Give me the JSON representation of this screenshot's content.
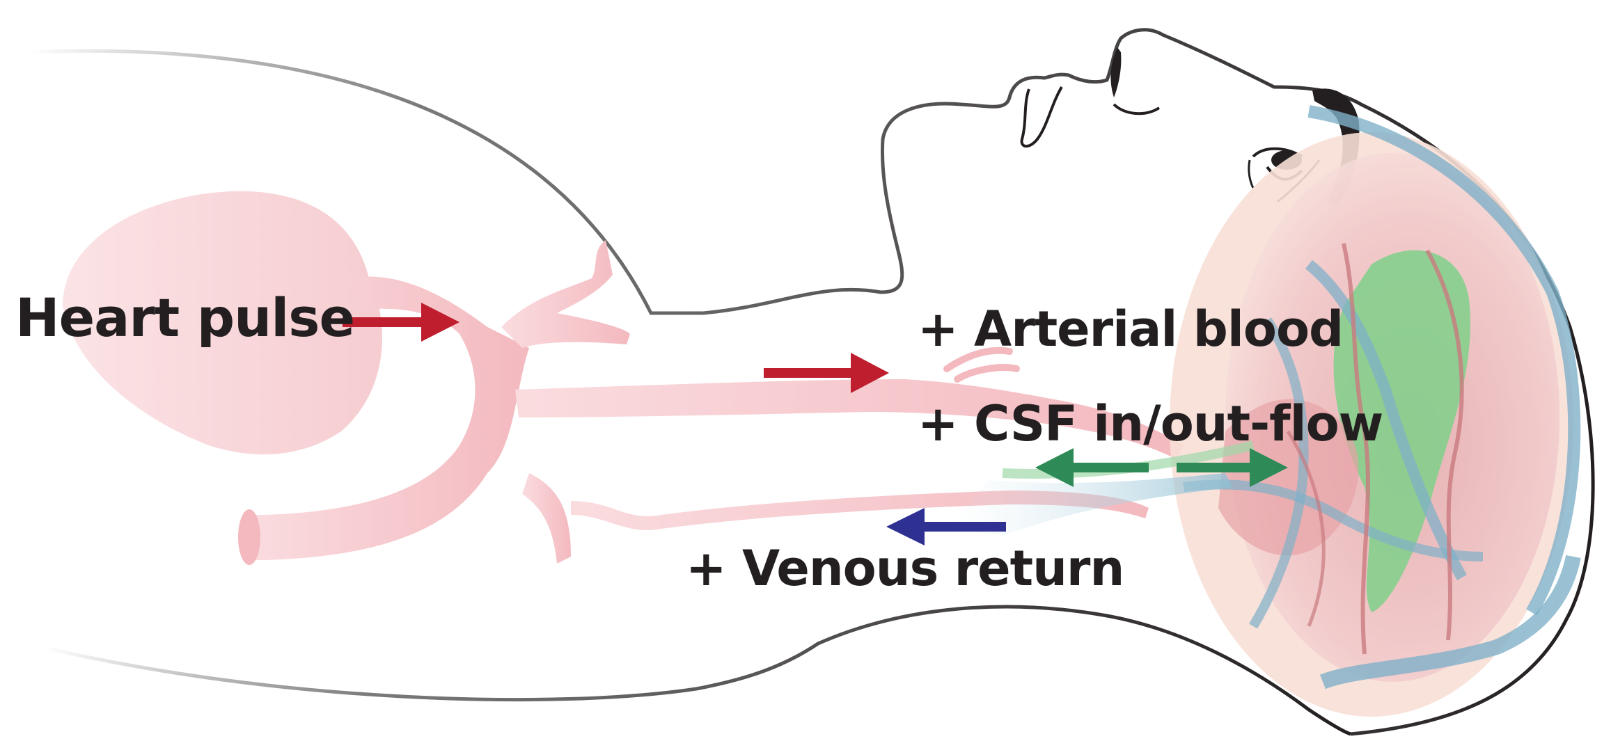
{
  "labels": {
    "heart_pulse": "Heart pulse",
    "arterial_blood": "+ Arterial blood",
    "csf_flow": "+ CSF in/out-flow",
    "venous_return": "+ Venous return"
  },
  "colors": {
    "arterial_arrow": "#be1e2d",
    "csf_arrow": "#2e8b57",
    "venous_arrow": "#2e3192",
    "vessel_pink": "#f4c2c6",
    "csf_green": "#7fd08a",
    "vein_blue": "#7fb0c8",
    "outline": "#231f20"
  }
}
